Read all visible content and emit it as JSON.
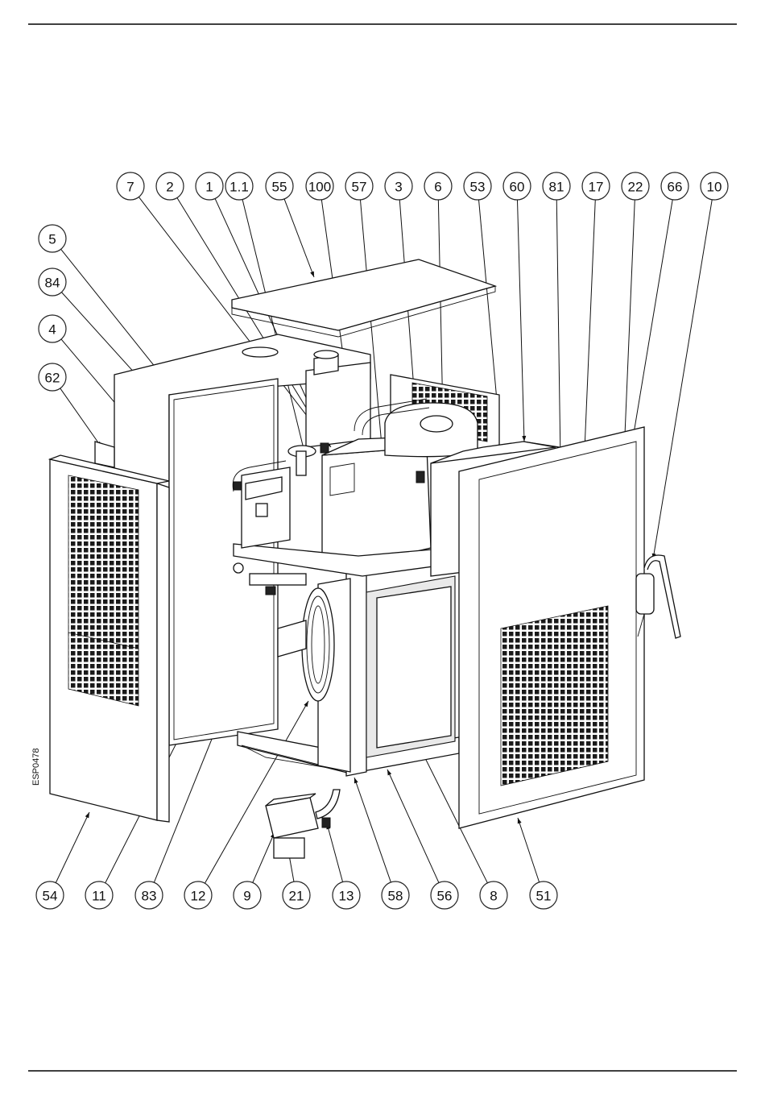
{
  "drawing_code": "ESP0478",
  "callouts_top": [
    "7",
    "2",
    "1",
    "1.1",
    "55",
    "100",
    "57",
    "3",
    "6",
    "53",
    "60",
    "81",
    "17",
    "22",
    "66",
    "10"
  ],
  "callouts_left": [
    "5",
    "84",
    "4",
    "62"
  ],
  "callouts_bottom": [
    "54",
    "11",
    "83",
    "12",
    "9",
    "21",
    "13",
    "58",
    "56",
    "8",
    "51"
  ]
}
